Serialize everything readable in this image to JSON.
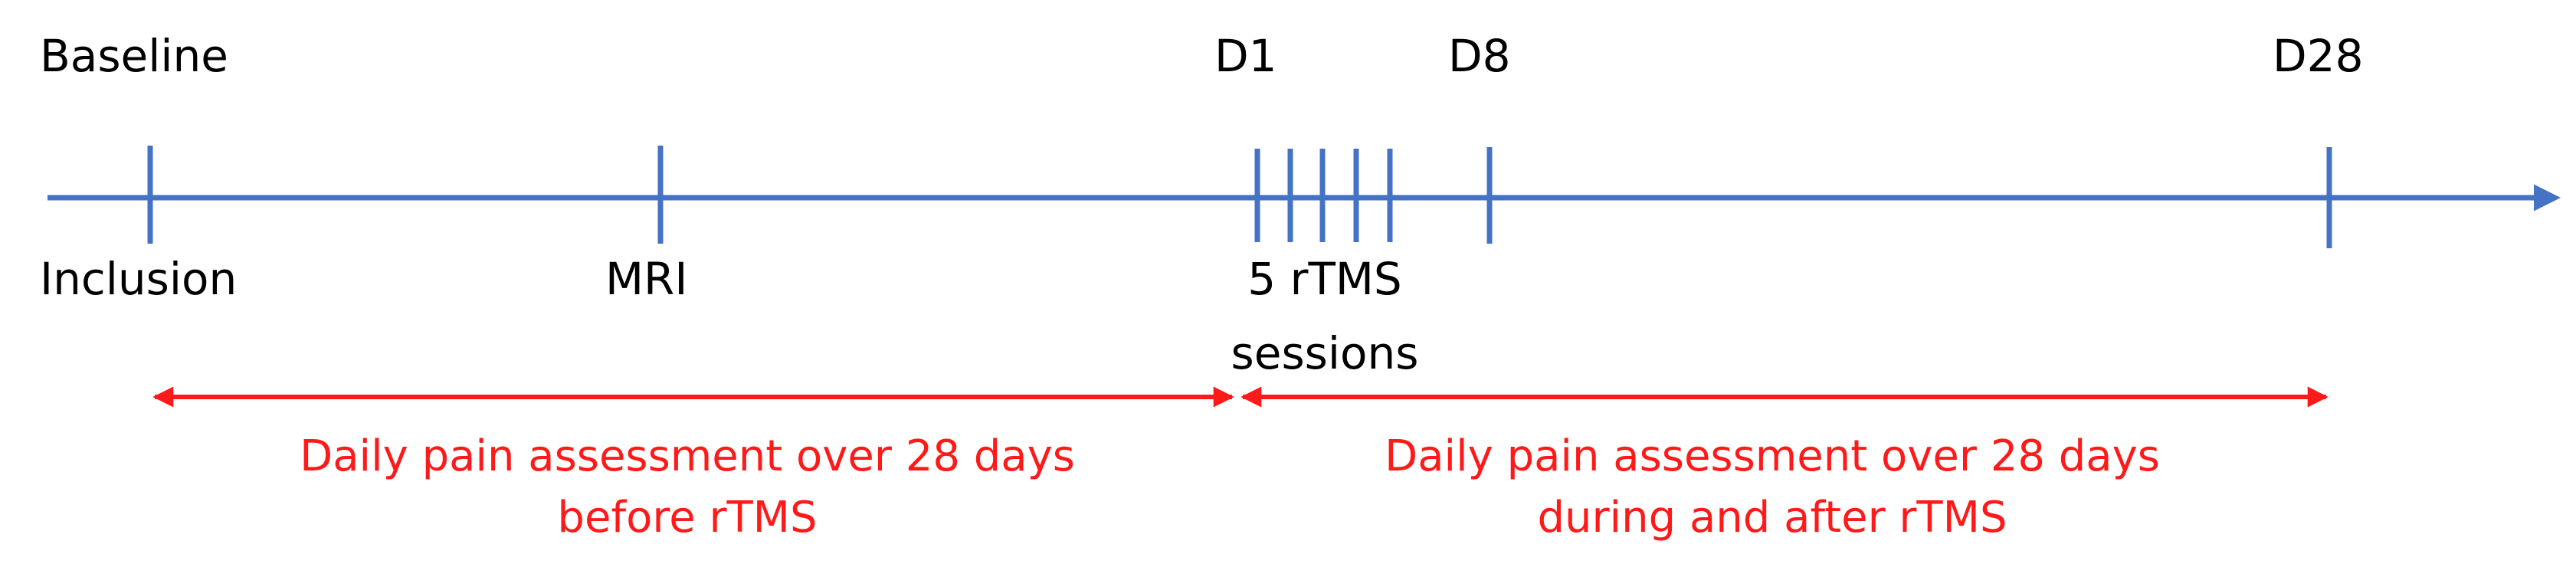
{
  "colors": {
    "axis": "#4472c4",
    "period": "#ff1a1a",
    "text": "#000000"
  },
  "milestones_top": {
    "baseline": "Baseline",
    "d1": "D1",
    "d8": "D8",
    "d28": "D28"
  },
  "events_bottom": {
    "inclusion": "Inclusion",
    "mri": "MRI",
    "rtms_line1": "5 rTMS",
    "rtms_line2": "sessions"
  },
  "periods": [
    {
      "line1": "Daily pain assessment over 28 days",
      "line2": "before rTMS"
    },
    {
      "line1": "Daily pain assessment over 28 days",
      "line2": "during and after rTMS"
    }
  ]
}
